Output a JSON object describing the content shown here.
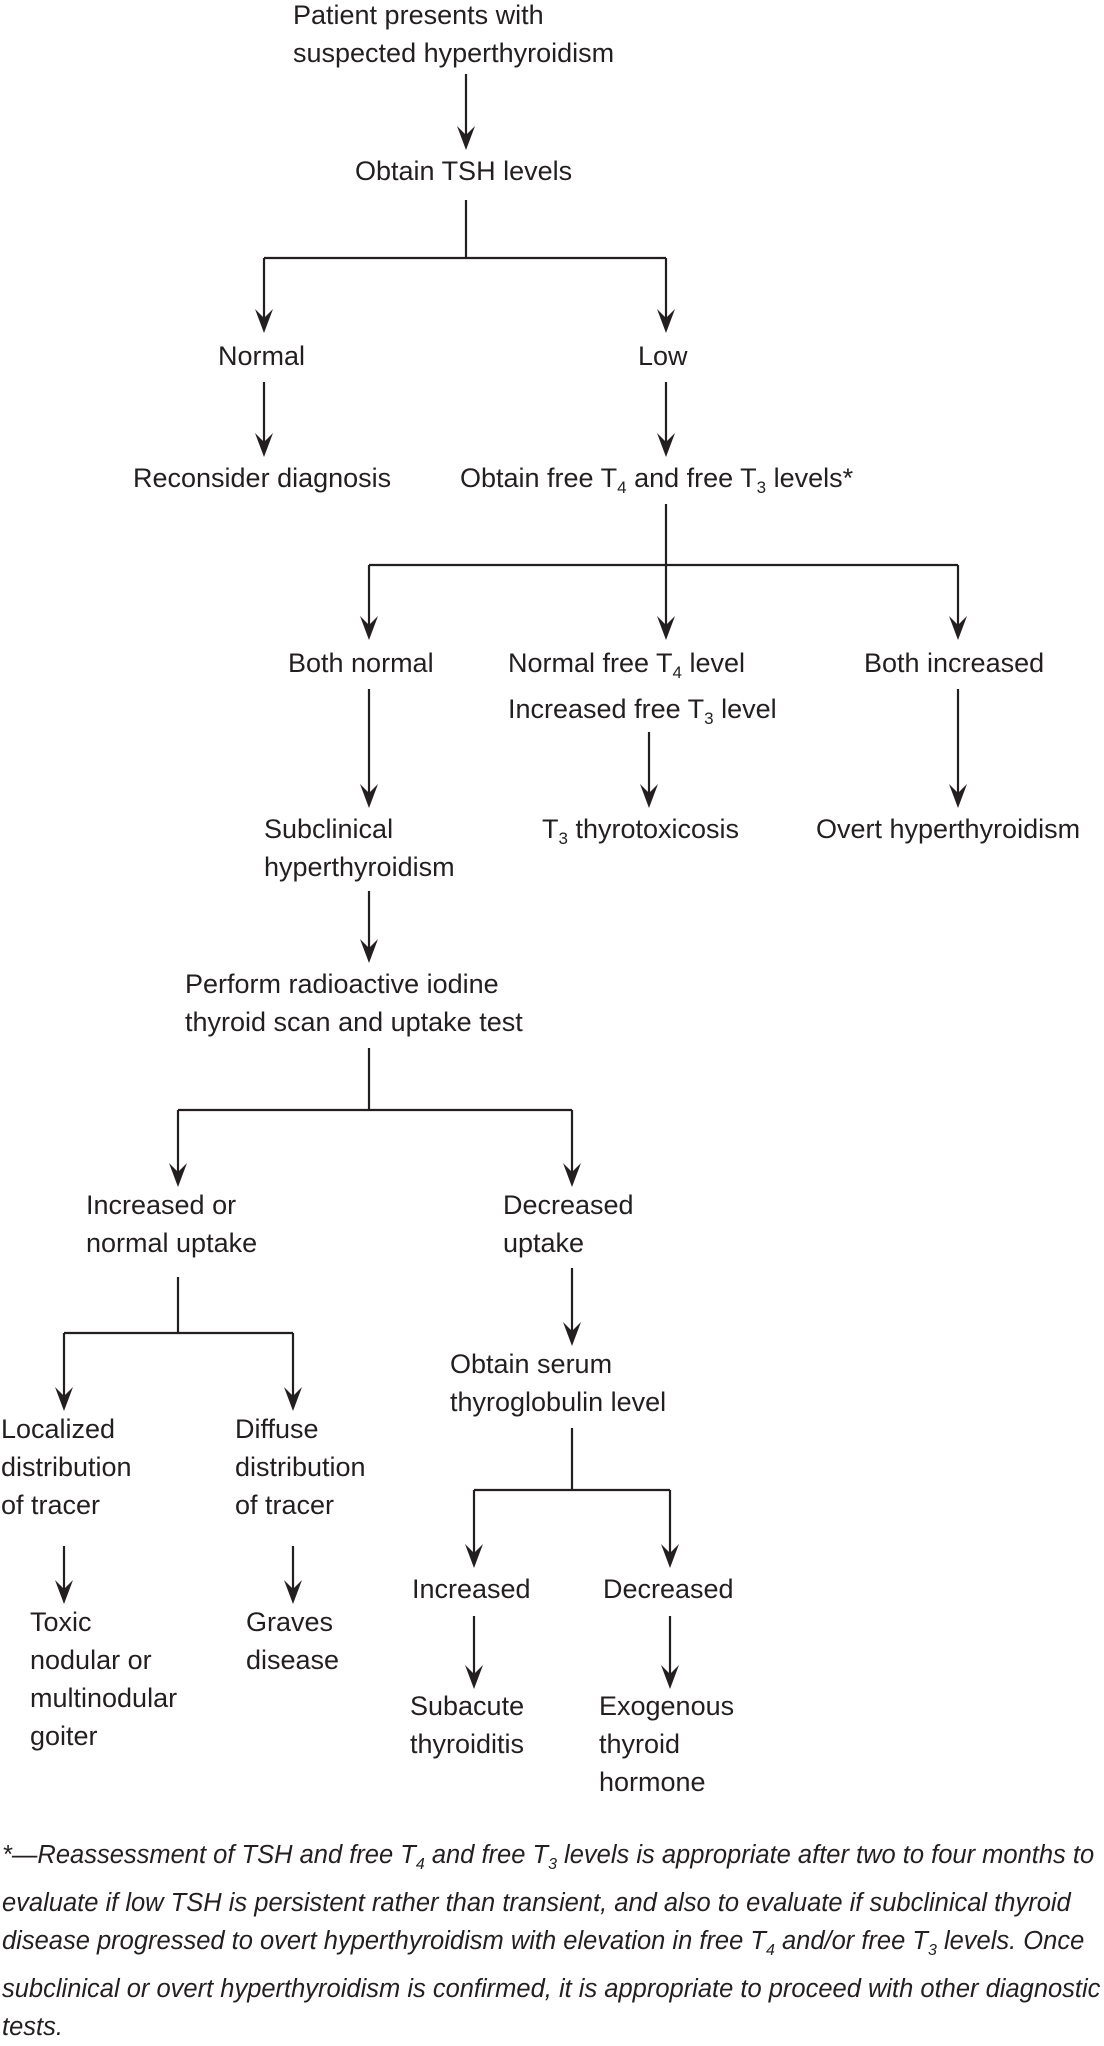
{
  "nodes": {
    "start": [
      "Patient presents with",
      "suspected hyperthyroidism"
    ],
    "tsh": [
      "Obtain TSH levels"
    ],
    "normal": [
      "Normal"
    ],
    "low": [
      "Low"
    ],
    "reconsider": [
      "Reconsider diagnosis"
    ],
    "free_levels": [
      [
        [
          "t",
          "Obtain free T"
        ],
        [
          "s",
          "4"
        ],
        [
          "t",
          " and free T"
        ],
        [
          "s",
          "3"
        ],
        [
          "t",
          " levels*"
        ]
      ]
    ],
    "both_normal": [
      "Both normal"
    ],
    "mixed": [
      [
        [
          "t",
          "Normal free T"
        ],
        [
          "s",
          "4"
        ],
        [
          "t",
          " level"
        ]
      ],
      [
        [
          "t",
          "Increased free T"
        ],
        [
          "s",
          "3"
        ],
        [
          "t",
          " level"
        ]
      ]
    ],
    "both_increased": [
      "Both increased"
    ],
    "subclinical": [
      "Subclinical",
      "hyperthyroidism"
    ],
    "t3tox": [
      [
        [
          "t",
          "T"
        ],
        [
          "s",
          "3"
        ],
        [
          "t",
          " thyrotoxicosis"
        ]
      ]
    ],
    "overt": [
      "Overt hyperthyroidism"
    ],
    "scan": [
      "Perform radioactive iodine",
      "thyroid scan and uptake test"
    ],
    "inc_uptake": [
      "Increased or",
      "normal uptake"
    ],
    "dec_uptake": [
      "Decreased",
      "uptake"
    ],
    "localized": [
      "Localized",
      "distribution",
      "of tracer"
    ],
    "diffuse": [
      "Diffuse",
      "distribution",
      "of tracer"
    ],
    "serum": [
      "Obtain serum",
      "thyroglobulin level"
    ],
    "toxic": [
      "Toxic",
      "nodular or",
      "multinodular",
      "goiter"
    ],
    "graves": [
      "Graves",
      "disease"
    ],
    "increased": [
      "Increased"
    ],
    "decreased": [
      "Decreased"
    ],
    "subacute": [
      "Subacute",
      "thyroiditis"
    ],
    "exogenous": [
      "Exogenous",
      "thyroid",
      "hormone"
    ]
  },
  "footnote": {
    "segments": [
      [
        "t",
        "*—Reassessment of TSH and free T"
      ],
      [
        "s",
        "4"
      ],
      [
        "t",
        " and free T"
      ],
      [
        "s",
        "3"
      ],
      [
        "t",
        " levels is appropriate after two to four months to evaluate if low TSH is persistent rather than transient, and also to evaluate if subclinical thyroid disease progressed to overt hyperthyroidism with elevation in free T"
      ],
      [
        "s",
        "4"
      ],
      [
        "t",
        " and/or free T"
      ],
      [
        "s",
        "3"
      ],
      [
        "t",
        " levels. Once subclinical or overt hyperthyroidism is confirmed, it is appropriate to proceed with other diagnostic tests."
      ]
    ]
  }
}
